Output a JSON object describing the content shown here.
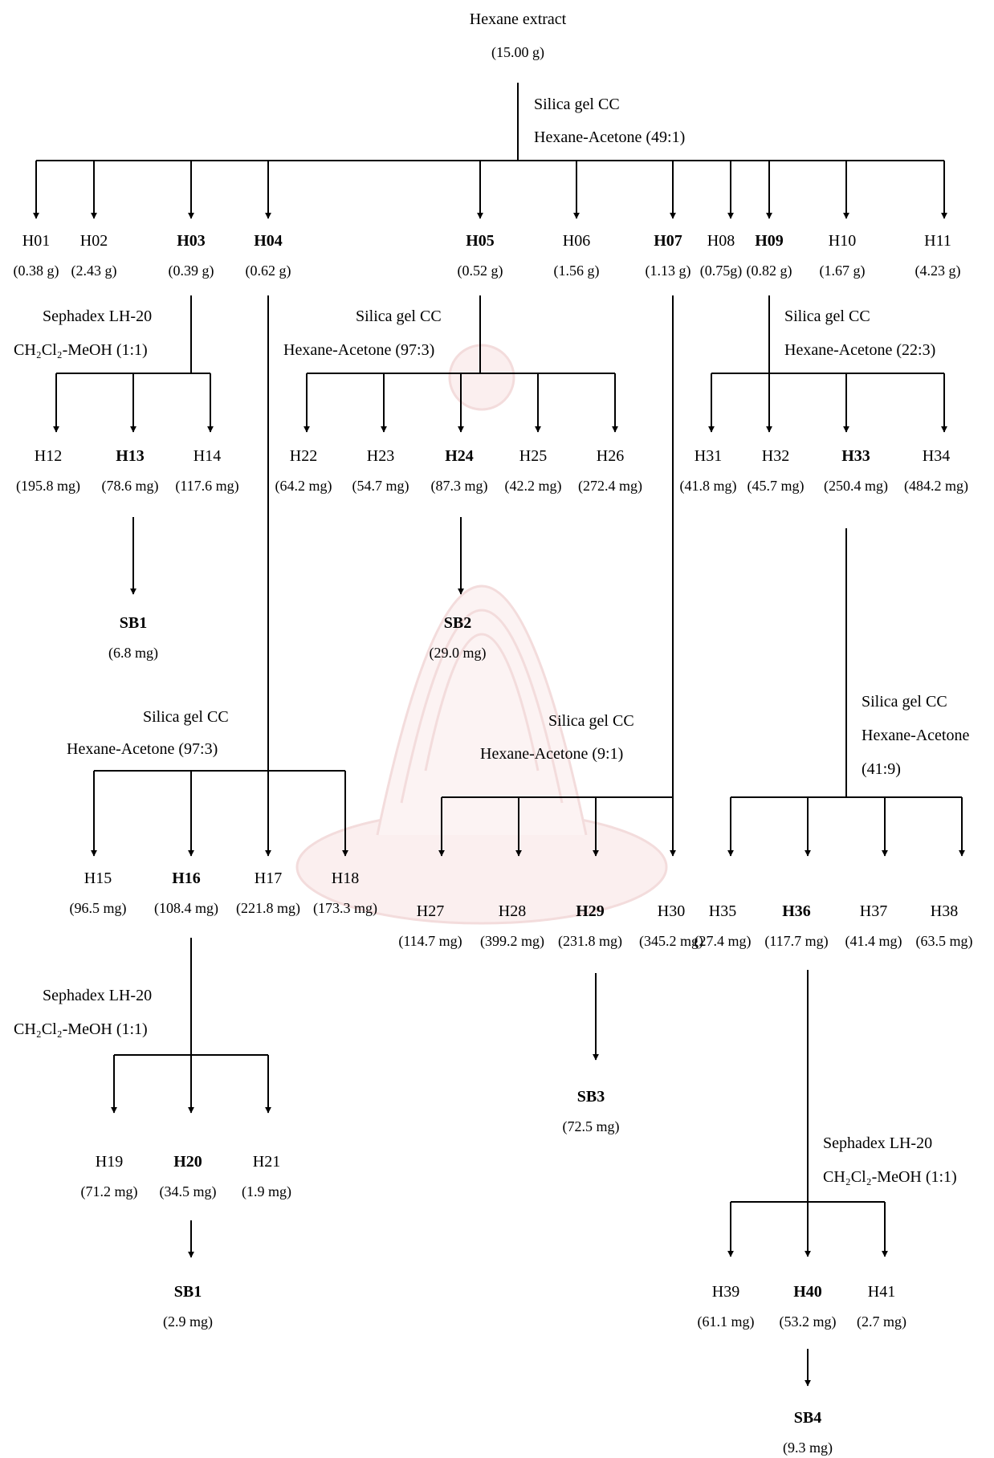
{
  "root": {
    "name": "Hexane extract",
    "mass": "(15.00 g)"
  },
  "conditions": {
    "c1": [
      "Silica gel CC",
      "Hexane-Acetone (49:1)"
    ],
    "c2": [
      "Sephadex LH-20",
      "CH₂Cl₂-MeOH (1:1)"
    ],
    "c3": [
      "Silica gel CC",
      "Hexane-Acetone (97:3)"
    ],
    "c4": [
      "Silica gel CC",
      "Hexane-Acetone (22:3)"
    ],
    "c5": [
      "Silica gel CC",
      "Hexane-Acetone (97:3)"
    ],
    "c6": [
      "Silica gel CC",
      "Hexane-Acetone (9:1)"
    ],
    "c7": [
      "Silica gel CC",
      "Hexane-Acetone",
      "(41:9)"
    ],
    "c8": [
      "Sephadex LH-20",
      "CH₂Cl₂-MeOH (1:1)"
    ],
    "c9": [
      "Sephadex LH-20",
      "CH₂Cl₂-MeOH (1:1)"
    ]
  },
  "fractions": {
    "H01": {
      "label": "H01",
      "mass": "(0.38 g)",
      "bold": false
    },
    "H02": {
      "label": "H02",
      "mass": "(2.43 g)",
      "bold": false
    },
    "H03": {
      "label": "H03",
      "mass": "(0.39 g)",
      "bold": true
    },
    "H04": {
      "label": "H04",
      "mass": "(0.62 g)",
      "bold": true
    },
    "H05": {
      "label": "H05",
      "mass": "(0.52 g)",
      "bold": true
    },
    "H06": {
      "label": "H06",
      "mass": "(1.56 g)",
      "bold": false
    },
    "H07": {
      "label": "H07",
      "mass": "(1.13 g)",
      "bold": true
    },
    "H08": {
      "label": "H08",
      "mass": "(0.75g)",
      "bold": false
    },
    "H09": {
      "label": "H09",
      "mass": "(0.82 g)",
      "bold": true
    },
    "H10": {
      "label": "H10",
      "mass": "(1.67 g)",
      "bold": false
    },
    "H11": {
      "label": "H11",
      "mass": "(4.23 g)",
      "bold": false
    },
    "H12": {
      "label": "H12",
      "mass": "(195.8 mg)",
      "bold": false
    },
    "H13": {
      "label": "H13",
      "mass": "(78.6 mg)",
      "bold": true
    },
    "H14": {
      "label": "H14",
      "mass": "(117.6 mg)",
      "bold": false
    },
    "H22": {
      "label": "H22",
      "mass": "(64.2 mg)",
      "bold": false
    },
    "H23": {
      "label": "H23",
      "mass": "(54.7 mg)",
      "bold": false
    },
    "H24": {
      "label": "H24",
      "mass": "(87.3 mg)",
      "bold": true
    },
    "H25": {
      "label": "H25",
      "mass": "(42.2  mg)",
      "bold": false
    },
    "H26": {
      "label": "H26",
      "mass": "(272.4 mg)",
      "bold": false
    },
    "H31": {
      "label": "H31",
      "mass": "(41.8 mg)",
      "bold": false
    },
    "H32": {
      "label": "H32",
      "mass": "(45.7 mg)",
      "bold": false
    },
    "H33": {
      "label": "H33",
      "mass": "(250.4 mg)",
      "bold": true
    },
    "H34": {
      "label": "H34",
      "mass": "(484.2 mg)",
      "bold": false
    },
    "SB1a": {
      "label": "SB1",
      "mass": "(6.8 mg)",
      "bold": true
    },
    "SB2": {
      "label": "SB2",
      "mass": "(29.0 mg)",
      "bold": true
    },
    "H15": {
      "label": "H15",
      "mass": "(96.5 mg)",
      "bold": false
    },
    "H16": {
      "label": "H16",
      "mass": "(108.4 mg)",
      "bold": true
    },
    "H17": {
      "label": "H17",
      "mass": "(221.8 mg)",
      "bold": false
    },
    "H18": {
      "label": "H18",
      "mass": "(173.3 mg)",
      "bold": false
    },
    "H27": {
      "label": "H27",
      "mass": "(114.7 mg)",
      "bold": false
    },
    "H28": {
      "label": "H28",
      "mass": "(399.2 mg)",
      "bold": false
    },
    "H29": {
      "label": "H29",
      "mass": "(231.8 mg)",
      "bold": true
    },
    "H30": {
      "label": "H30",
      "mass": "(345.2 mg)",
      "bold": false
    },
    "H35": {
      "label": "H35",
      "mass": "(27.4 mg)",
      "bold": false
    },
    "H36": {
      "label": "H36",
      "mass": "(117.7 mg)",
      "bold": true
    },
    "H37": {
      "label": "H37",
      "mass": "(41.4  mg)",
      "bold": false
    },
    "H38": {
      "label": "H38",
      "mass": "(63.5 mg)",
      "bold": false
    },
    "H19": {
      "label": "H19",
      "mass": "(71.2 mg)",
      "bold": false
    },
    "H20": {
      "label": "H20",
      "mass": "(34.5 mg)",
      "bold": true
    },
    "H21": {
      "label": "H21",
      "mass": "(1.9 mg)",
      "bold": false
    },
    "SB1b": {
      "label": "SB1",
      "mass": "(2.9 mg)",
      "bold": true
    },
    "SB3": {
      "label": "SB3",
      "mass": "(72.5 mg)",
      "bold": true
    },
    "H39": {
      "label": "H39",
      "mass": "(61.1 mg)",
      "bold": false
    },
    "H40": {
      "label": "H40",
      "mass": "(53.2 mg)",
      "bold": true
    },
    "H41": {
      "label": "H41",
      "mass": "(2.7 mg)",
      "bold": false
    },
    "SB4": {
      "label": "SB4",
      "mass": "(9.3 mg)",
      "bold": true
    }
  }
}
